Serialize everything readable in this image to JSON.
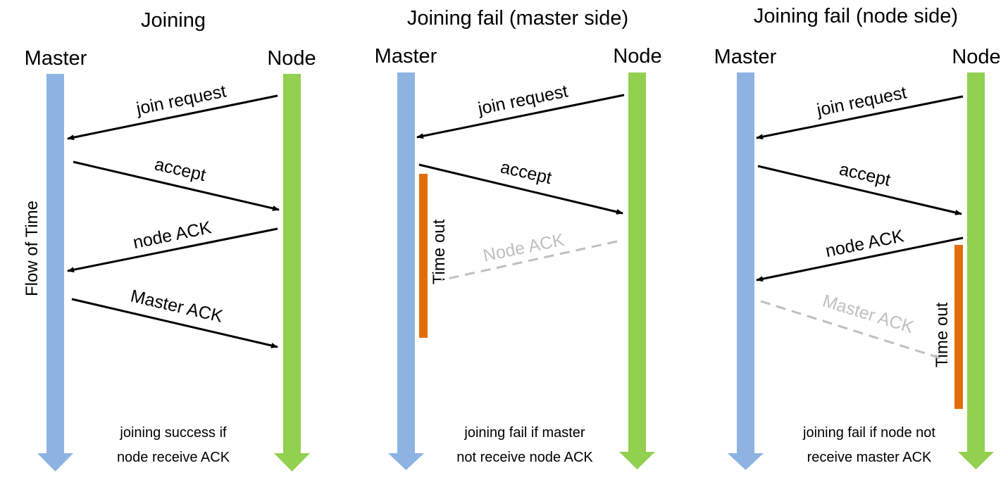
{
  "colors": {
    "master_lifeline": "#8db3e2",
    "node_lifeline": "#92d050",
    "timeout_bar": "#e36c0a",
    "failed_message": "#bfbfbf",
    "arrow": "#000000"
  },
  "time_axis_label": "Flow of Time",
  "panels": [
    {
      "title": "Joining",
      "master_label": "Master",
      "node_label": "Node",
      "messages": [
        "join request",
        "accept",
        "node ACK",
        "Master ACK"
      ],
      "note_line1": "joining success if",
      "note_line2": "node receive ACK"
    },
    {
      "title": "Joining fail (master side)",
      "master_label": "Master",
      "node_label": "Node",
      "messages": [
        "join request",
        "accept"
      ],
      "failed_message": "Node ACK",
      "timeout_label": "Time out",
      "note_line1": "joining fail if master",
      "note_line2": "not receive node ACK"
    },
    {
      "title": "Joining fail (node side)",
      "master_label": "Master",
      "node_label": "Node",
      "messages": [
        "join request",
        "accept",
        "node ACK"
      ],
      "failed_message": "Master ACK",
      "timeout_label": "Time out",
      "note_line1": "joining fail if node not",
      "note_line2": "receive master ACK"
    }
  ]
}
